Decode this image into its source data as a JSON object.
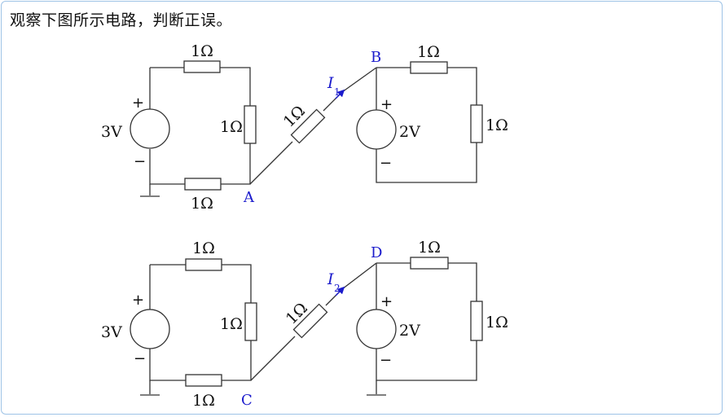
{
  "question": "观察下图所示电路，判断正误。",
  "labels": {
    "r": "1Ω",
    "v_left": "3V",
    "v_right": "2V",
    "plus": "+",
    "minus": "−"
  },
  "circuit_top": {
    "node_a": "A",
    "node_b": "B",
    "current_symbol": "I",
    "current_subscript": "1"
  },
  "circuit_bottom": {
    "node_c": "C",
    "node_d": "D",
    "current_symbol": "I",
    "current_subscript": "2"
  },
  "colors": {
    "node_label": "#1a1acc",
    "wire": "#333333",
    "frame": "#9ec3e6"
  }
}
